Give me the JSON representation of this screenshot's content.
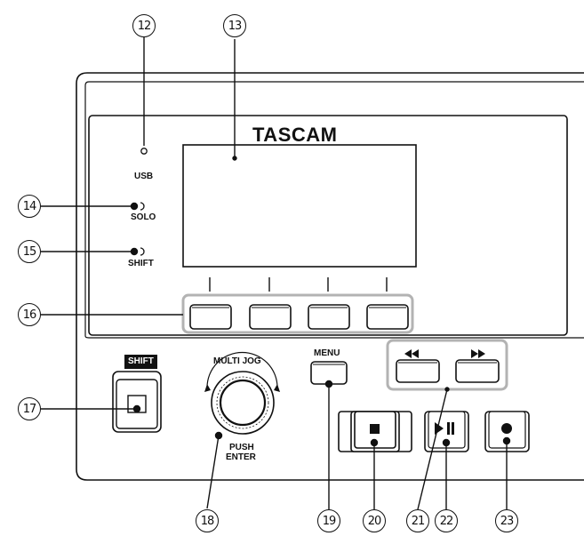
{
  "brand": "TASCAM",
  "callouts": {
    "c12": "12",
    "c13": "13",
    "c14": "14",
    "c15": "15",
    "c16": "16",
    "c17": "17",
    "c18": "18",
    "c19": "19",
    "c20": "20",
    "c21": "21",
    "c22": "22",
    "c23": "23"
  },
  "labels": {
    "usb": "USB",
    "solo": "SOLO",
    "shift_led": "SHIFT",
    "shift_key": "SHIFT",
    "multi_jog": "MULTI JOG",
    "push": "PUSH",
    "enter": "ENTER",
    "menu": "MENU"
  },
  "colors": {
    "line": "#111111",
    "frame_gray": "#b3b3b3",
    "background": "#ffffff"
  },
  "icons": [
    "stop-icon",
    "play-pause-icon",
    "record-icon",
    "rewind-icon",
    "fast-forward-icon"
  ]
}
